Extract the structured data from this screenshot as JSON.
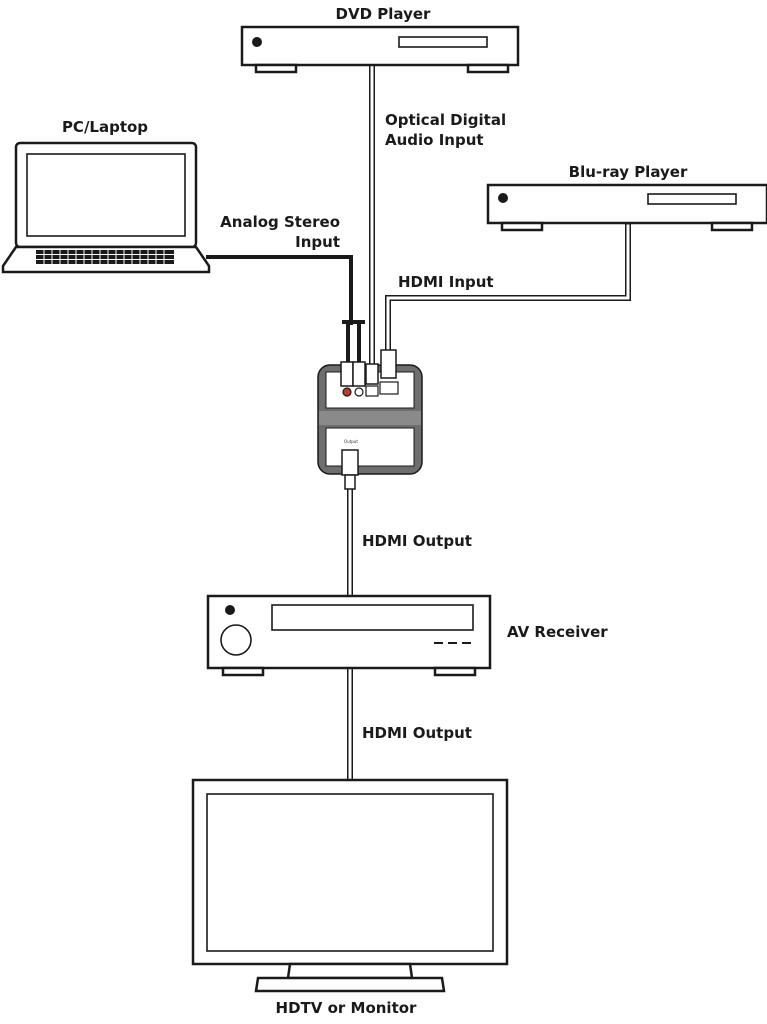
{
  "devices": {
    "dvd_player": "DVD Player",
    "pc_laptop": "PC/Laptop",
    "bluray_player": "Blu-ray Player",
    "av_receiver": "AV Receiver",
    "hdtv": "HDTV or Monitor",
    "converter_tag": "Output"
  },
  "connections": {
    "optical_line1": "Optical Digital",
    "optical_line2": "Audio Input",
    "analog_line1": "Analog Stereo",
    "analog_line2": "Input",
    "hdmi_input": "HDMI Input",
    "hdmi_output_1": "HDMI Output",
    "hdmi_output_2": "HDMI Output"
  }
}
